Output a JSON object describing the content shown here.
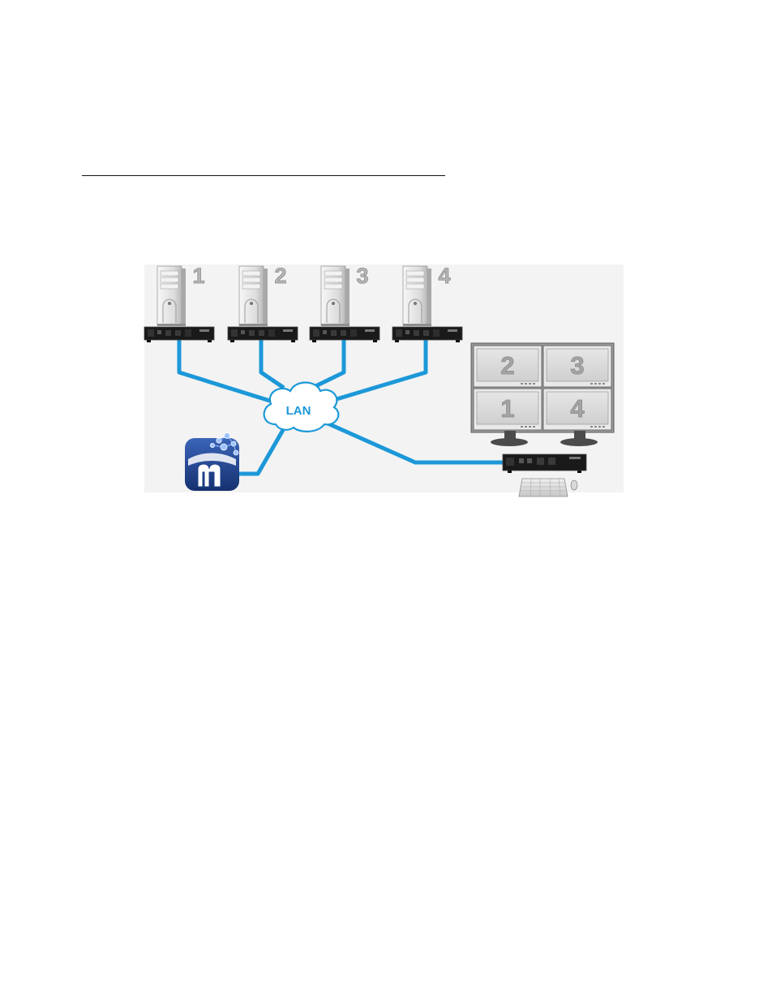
{
  "diagram": {
    "computers": [
      {
        "label": "1"
      },
      {
        "label": "2"
      },
      {
        "label": "3"
      },
      {
        "label": "4"
      }
    ],
    "network_label": "LAN",
    "video_wall": {
      "top_row": [
        "2",
        "3"
      ],
      "bottom_row": [
        "1",
        "4"
      ]
    },
    "icons": [
      "tower-pc-icon",
      "kvm-transmitter-icon",
      "cloud-icon",
      "management-app-icon",
      "monitor-icon",
      "kvm-receiver-icon",
      "keyboard-icon",
      "mouse-icon"
    ],
    "colors": {
      "cable": "#1c98d8",
      "app_icon": "#1d3f8a",
      "device_body": "#1a1a1a",
      "background_panel": "#f2f2f2"
    }
  }
}
